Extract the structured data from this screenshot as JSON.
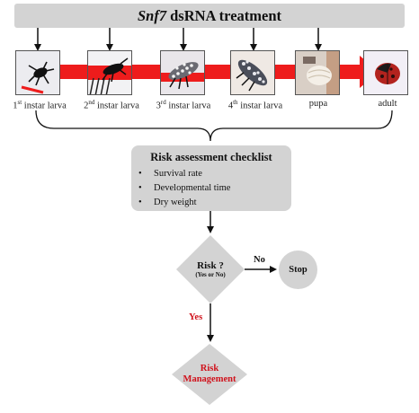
{
  "banner": {
    "gene": "Snf7",
    "title_rest": "dsRNA treatment"
  },
  "stages": [
    {
      "label_num": "1",
      "label_sup": "st",
      "label_rest": " instar larva",
      "image": "1st-instar-larva-photo"
    },
    {
      "label_num": "2",
      "label_sup": "nd",
      "label_rest": " instar larva",
      "image": "2nd-instar-larva-photo"
    },
    {
      "label_num": "3",
      "label_sup": "rd",
      "label_rest": " instar larva",
      "image": "3rd-instar-larva-photo"
    },
    {
      "label_num": "4",
      "label_sup": "th",
      "label_rest": " instar larva",
      "image": "4th-instar-larva-photo"
    },
    {
      "label_num": "",
      "label_sup": "",
      "label_rest": "pupa",
      "image": "pupa-photo"
    },
    {
      "label_num": "",
      "label_sup": "",
      "label_rest": "adult",
      "image": "adult-ladybird-photo"
    }
  ],
  "checklist": {
    "title": "Risk assessment checklist",
    "items": [
      "Survival rate",
      "Developmental time",
      "Dry weight"
    ]
  },
  "decision": {
    "question": "Risk ?",
    "sub": "(Yes or No)",
    "no_label": "No",
    "yes_label": "Yes"
  },
  "stop": {
    "label": "Stop"
  },
  "management": {
    "line1": "Risk",
    "line2": "Management"
  },
  "colors": {
    "arrow_red": "#ee1c1c",
    "box_gray": "#d3d3d3",
    "yes_red": "#d0111b",
    "line": "#111111"
  }
}
